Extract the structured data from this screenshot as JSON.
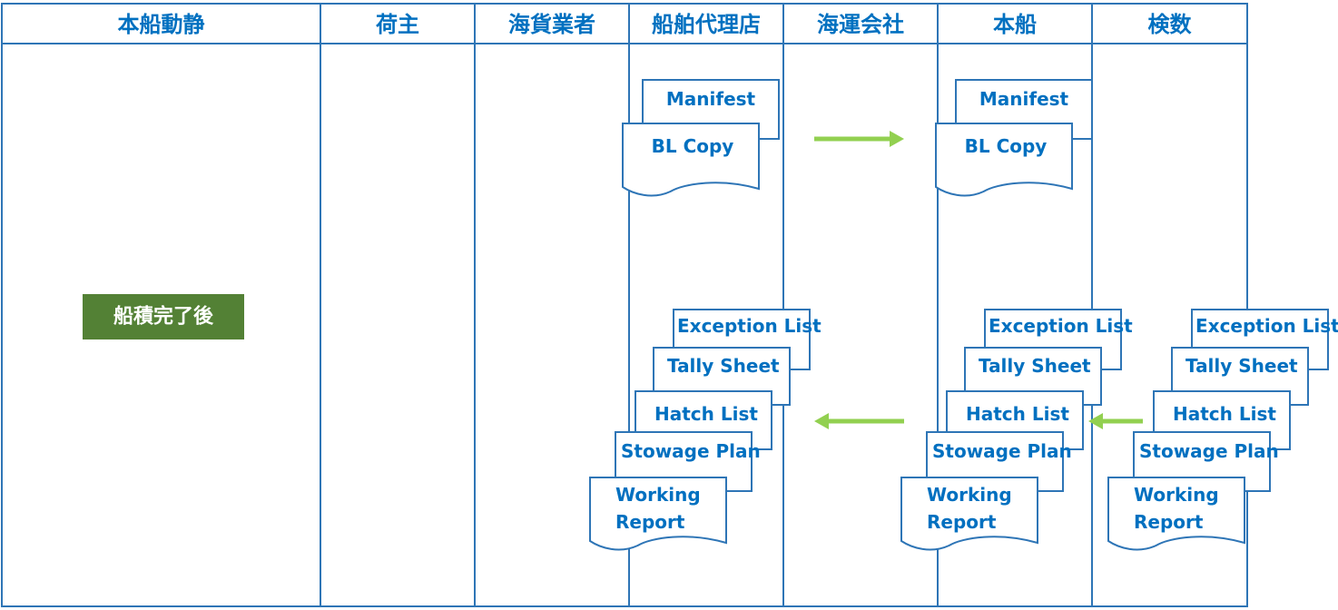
{
  "colors": {
    "line": "#2E75B6",
    "text": "#0070C0",
    "arrow": "#92D050",
    "phase_bg": "#538135",
    "phase_text": "#FFFFFF"
  },
  "lanes": {
    "col1": "本船動静",
    "col2": "荷主",
    "col3": "海貨業者",
    "col4": "船舶代理店",
    "col5": "海運会社",
    "col6": "本船",
    "col7": "検数"
  },
  "phase": "船積完了後",
  "documents": {
    "manifest": "Manifest",
    "bl_copy": "BL Copy",
    "exception_list": "Exception  List",
    "tally_sheet": "Tally Sheet",
    "hatch_list": "Hatch List",
    "stowage_plan": "Stowage Plan",
    "working_report_1": "Working",
    "working_report_2": "Report"
  }
}
